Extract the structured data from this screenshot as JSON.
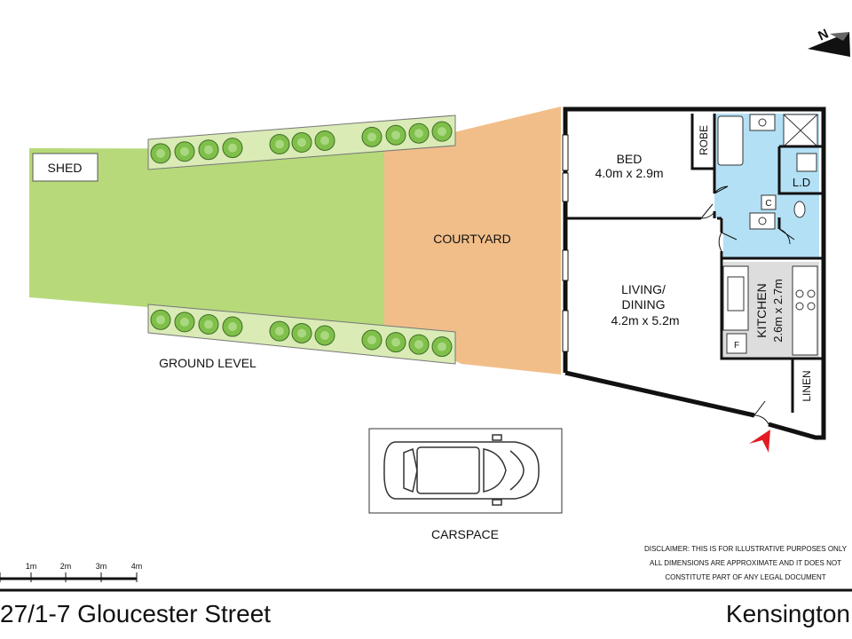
{
  "plan": {
    "shed": "SHED",
    "courtyard": "COURTYARD",
    "ground_level": "GROUND LEVEL",
    "carspace": "CARSPACE",
    "bed": {
      "name": "BED",
      "size": "4.0m x 2.9m"
    },
    "living": {
      "name_line1": "LIVING/",
      "name_line2": "DINING",
      "size": "4.2m x 5.2m"
    },
    "kitchen": {
      "name": "KITCHEN",
      "size": "2.6m x 2.7m"
    },
    "robe": "ROBE",
    "linen": "LINEN",
    "laundry": "L.D",
    "cupboard": "C",
    "fridge": "F",
    "compass": "N"
  },
  "scale": {
    "ticks": [
      "1m",
      "2m",
      "3m",
      "4m"
    ]
  },
  "disclaimer": [
    "DISCLAIMER: THIS IS FOR ILLUSTRATIVE PURPOSES ONLY",
    "ALL DIMENSIONS ARE APPROXIMATE AND IT DOES NOT",
    "CONSTITUTE PART OF ANY LEGAL DOCUMENT"
  ],
  "footer": {
    "address": "27/1-7 Gloucester Street",
    "suburb": "Kensington"
  },
  "colors": {
    "lawn": "#b7d97a",
    "courtyard": "#f1be89",
    "wet_area": "#b3e0f5",
    "kitchen": "#dddddd",
    "hedge": "#daebb6",
    "entry_arrow": "#e31b23"
  }
}
